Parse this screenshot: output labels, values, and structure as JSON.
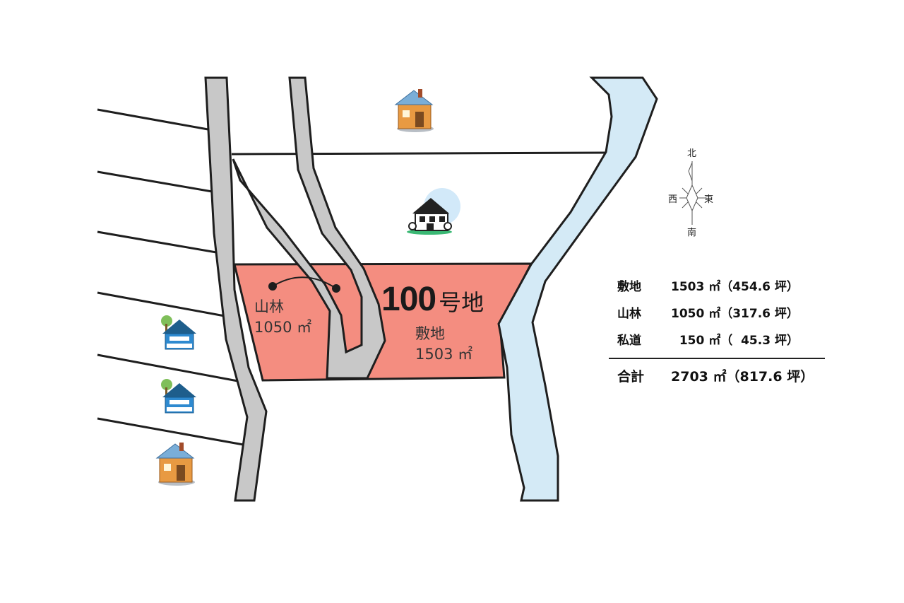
{
  "lot": {
    "number": "100",
    "suffix": "号地"
  },
  "labels": {
    "forest": {
      "name": "山林",
      "area": "1050 ㎡"
    },
    "site": {
      "name": "敷地",
      "area": "1503 ㎡"
    }
  },
  "compass": {
    "north": "北",
    "south": "南",
    "east": "東",
    "west": "西"
  },
  "summary": {
    "rows": [
      {
        "label": "敷地",
        "value": "1503 ㎡（454.6 坪）"
      },
      {
        "label": "山林",
        "value": "1050 ㎡（317.6 坪）"
      },
      {
        "label": "私道",
        "value": "  150 ㎡（  45.3 坪）"
      }
    ],
    "total": {
      "label": "合計",
      "value": "2703 ㎡（817.6 坪）"
    }
  },
  "colors": {
    "plot": "#f48d80",
    "road": "#c8c8c8",
    "river": "#d4eaf6",
    "line": "#1e1e1e"
  },
  "icons": [
    "house-icon-orange",
    "villa-icon",
    "house-icon-blue",
    "house-icon-blue",
    "house-icon-orange"
  ]
}
